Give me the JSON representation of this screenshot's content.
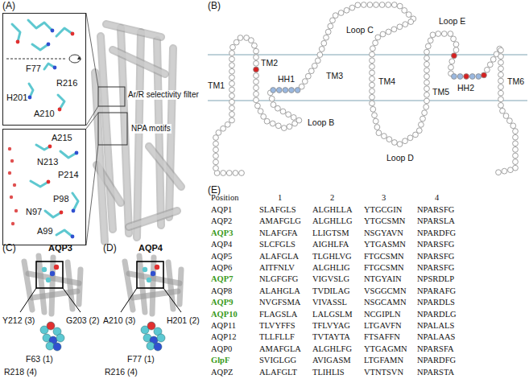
{
  "diagram": {
    "nodes": [
      {
        "text": [
          "F77",
          "R216",
          "H201",
          "A210"
        ]
      },
      {
        "text": [
          "A215",
          "N213",
          "P214",
          "P98",
          "N97",
          "A99"
        ]
      }
    ],
    "labels": [
      "(A)",
      "Ar/R selectivity filter",
      "NPA motifs",
      "(B)",
      "Loop C",
      "Loop E",
      "TM1",
      "TM2",
      "HH1",
      "TM3",
      "TM4",
      "Loop B",
      "TM5",
      "Loop D",
      "HH2",
      "TM6",
      "(C)",
      "AQP3",
      "Y212 (3)",
      "G203 (2)",
      "F63 (1)",
      "R218 (4)",
      "(D)",
      "AQP4",
      "A210 (3)",
      "H201 (2)",
      "F77 (1)",
      "R216 (4)",
      "(E)",
      "Position",
      "1",
      "2",
      "3",
      "4",
      "AQP1",
      "SLAFGLS",
      "ALGHLLA",
      "YTGCGIN",
      "NPARSFG",
      "AQP2",
      "AMAFGLG",
      "ALGHLLG",
      "YTGCSMN",
      "NPARSLA",
      "AQP3",
      "NLAFGFA",
      "LLIGTSM",
      "NSGYAVN",
      "NPARDFG",
      "AQP4",
      "SLCFGLS",
      "AIGHLFA",
      "YTGASMN",
      "NPARSFG",
      "AQP5",
      "ALAFGLA",
      "TLGHLVG",
      "FTGCSMN",
      "NPARSFG",
      "AQP6",
      "AITFNLV",
      "ALGHLIG",
      "FTGCSMN",
      "NPARSFG",
      "AQP7",
      "NLGFGFG",
      "VIGVSLG",
      "NTGYAIN",
      "NPSRDLP",
      "AQP8",
      "ALAHGLA",
      "TVDILAG",
      "VSGGCMN",
      "NPARAFG",
      "AQP9",
      "NVGFSMA",
      "VIVASSL",
      "NSGCAMN",
      "NPARDLS",
      "AQP10",
      "FLAGSLA",
      "LALGSLM",
      "NCGIPLN",
      "NPARDLG",
      "AQP11",
      "TLVYFFS",
      "TFLVYAG",
      "LTGAVFN",
      "NPALALS",
      "AQP12",
      "TLLFLLF",
      "TVTAYTA",
      "FTSAFFN",
      "NPALAAS",
      "AQP0",
      "AMAFGLA",
      "ALGHLFG",
      "YTGAGMN",
      "NPARSFA",
      "GlpF",
      "SVIGLGG",
      "AVIGASM",
      "LTGFAMN",
      "NPARDFG",
      "AQPZ",
      "ALAFGLT",
      "TLIHLIS",
      "VTNTSVN",
      "NPARSTA"
    ]
  }
}
